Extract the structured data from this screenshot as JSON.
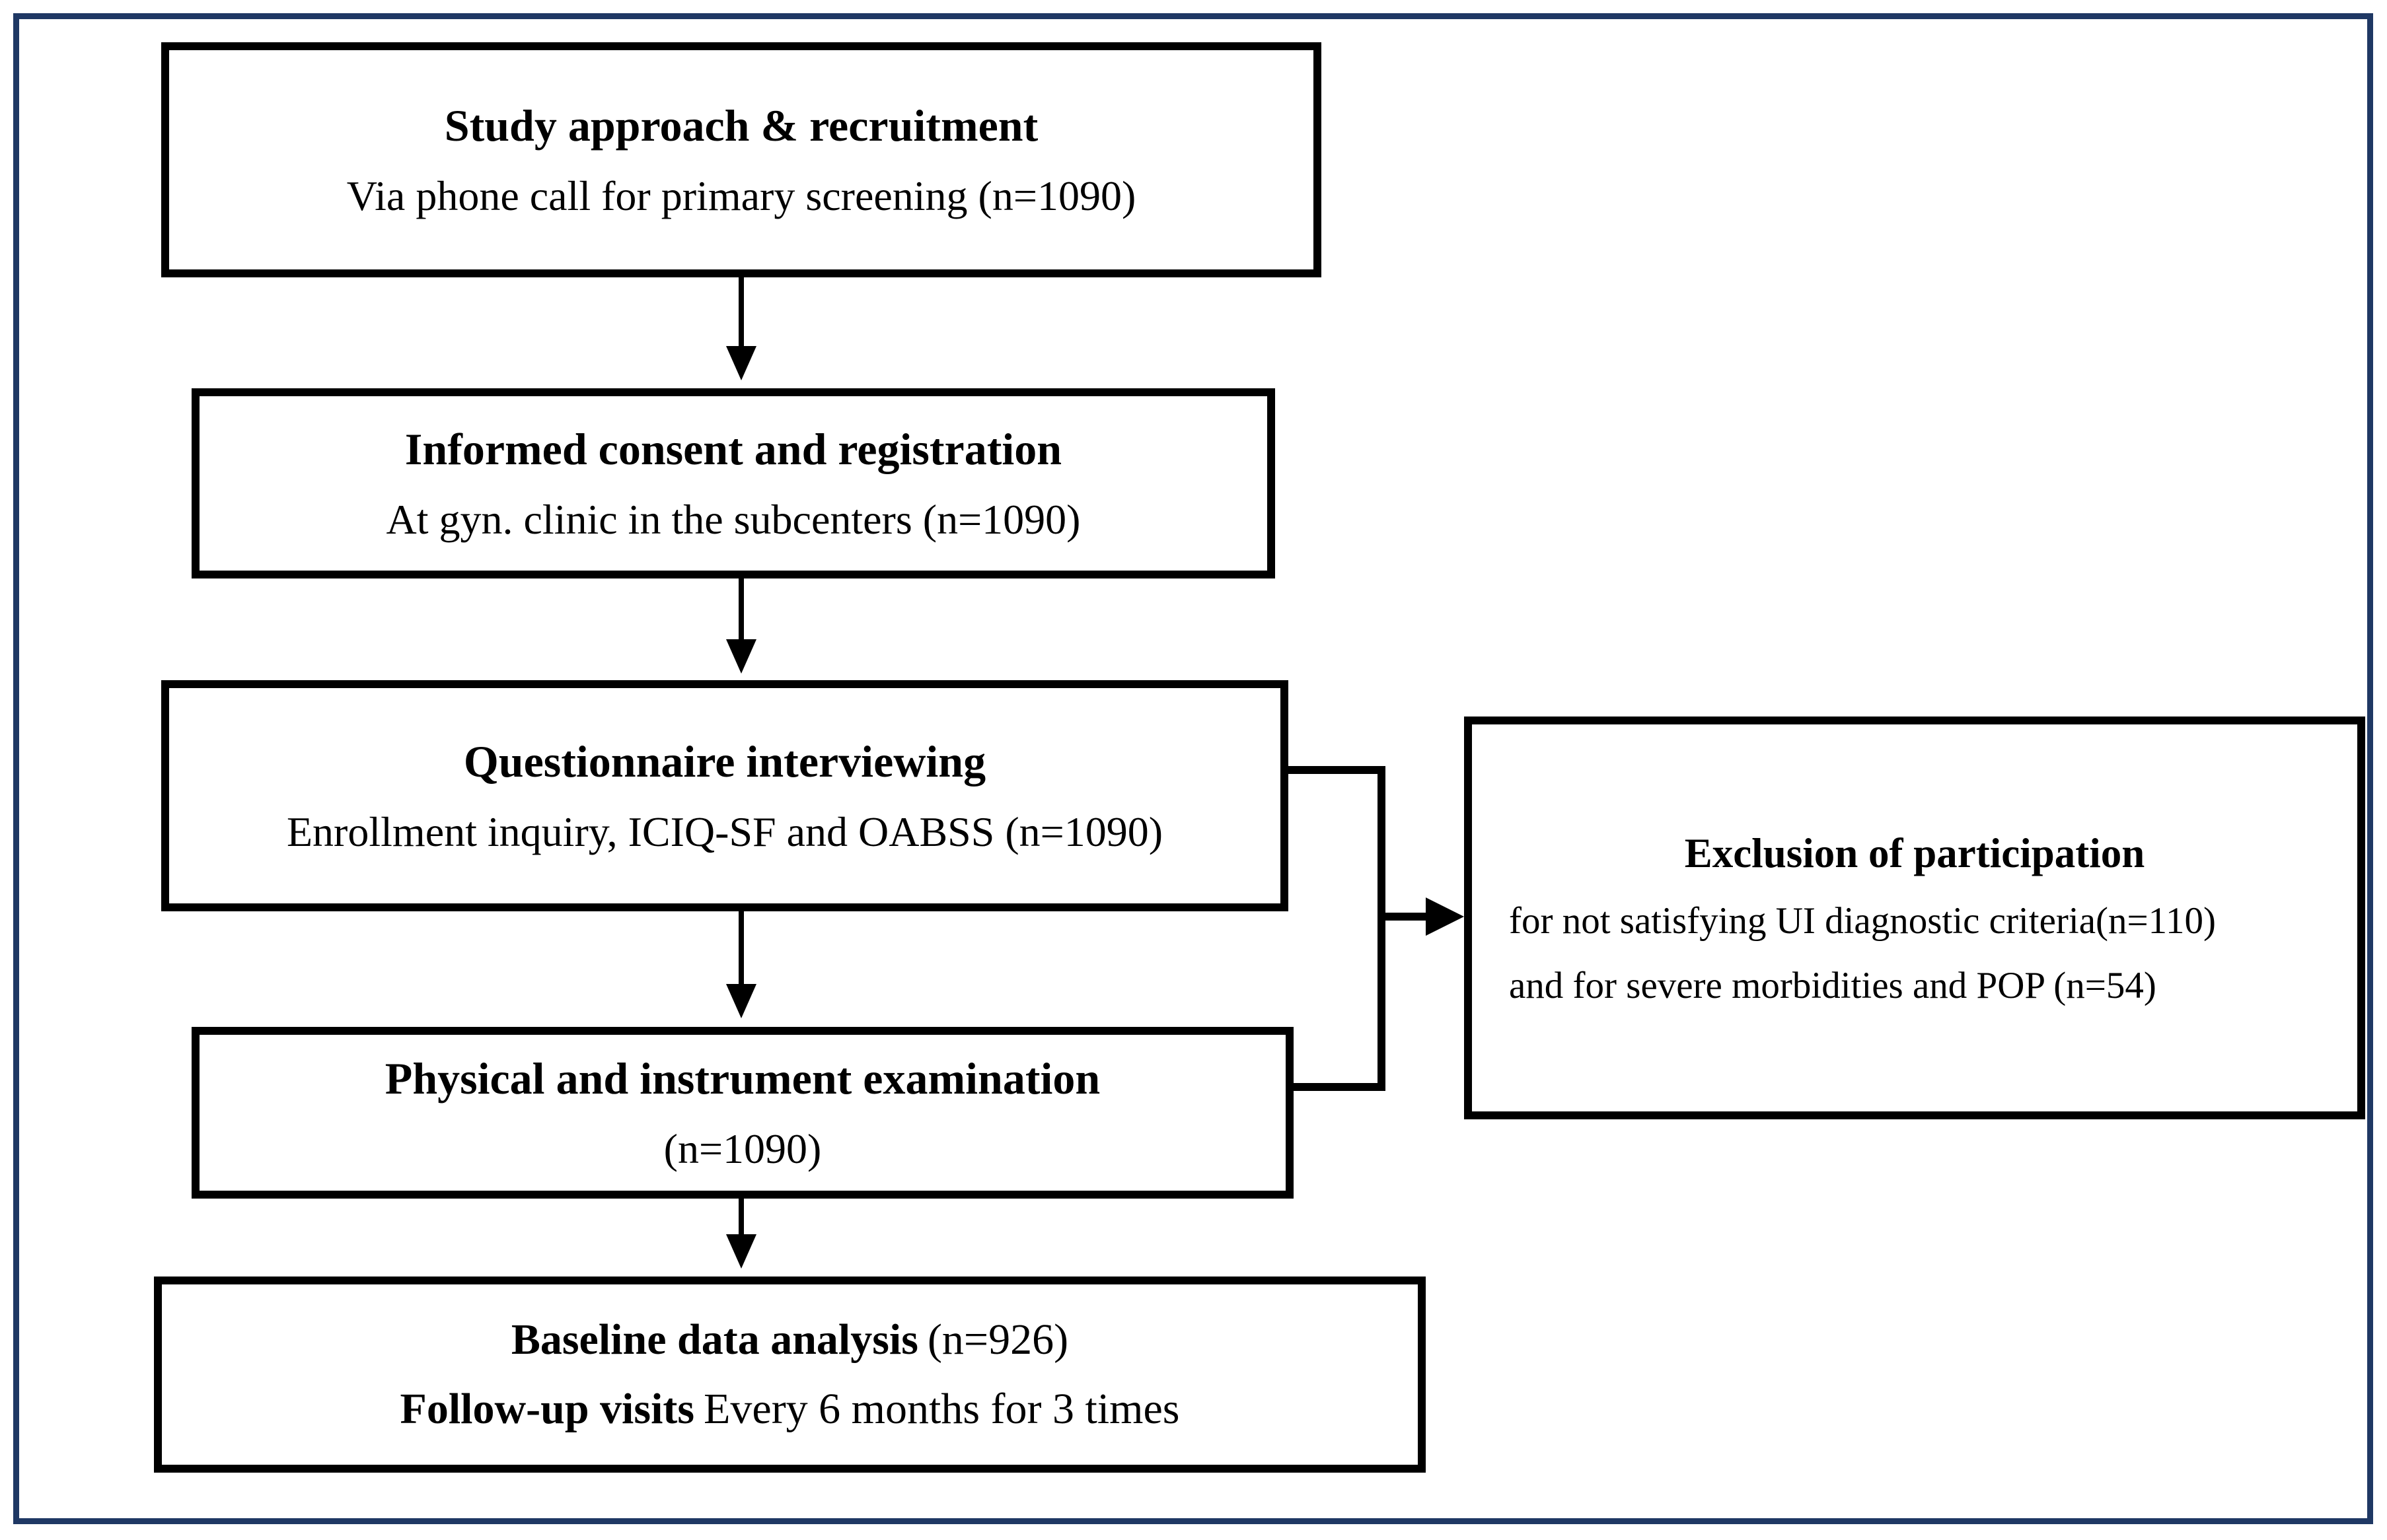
{
  "diagram": {
    "type": "study-flowchart",
    "colors": {
      "frame": "#1f3864",
      "box_border": "#000000",
      "text": "#000000",
      "background": "#ffffff"
    },
    "boxes": {
      "recruitment": {
        "title": "Study approach & recruitment",
        "subtitle": "Via phone call for primary screening (n=1090)"
      },
      "consent": {
        "title": "Informed consent and registration",
        "subtitle": "At gyn. clinic in the subcenters (n=1090)"
      },
      "questionnaire": {
        "title": "Questionnaire interviewing",
        "subtitle": "Enrollment inquiry, ICIQ-SF and OABSS (n=1090)"
      },
      "examination": {
        "title": "Physical and instrument examination",
        "subtitle": "(n=1090)"
      },
      "baseline": {
        "line1_bold": "Baseline data analysis",
        "line1_regular": "(n=926)",
        "line2_bold": "Follow-up visits",
        "line2_regular": "Every 6 months for 3 times"
      },
      "exclusion": {
        "title": "Exclusion of participation",
        "line1": "for not satisfying UI diagnostic criteria(n=110)",
        "line2": "and for severe morbidities and POP (n=54)"
      }
    },
    "connections": [
      "recruitment -> consent",
      "consent -> questionnaire",
      "questionnaire -> examination",
      "examination -> baseline",
      "questionnaire + examination -> exclusion"
    ]
  }
}
